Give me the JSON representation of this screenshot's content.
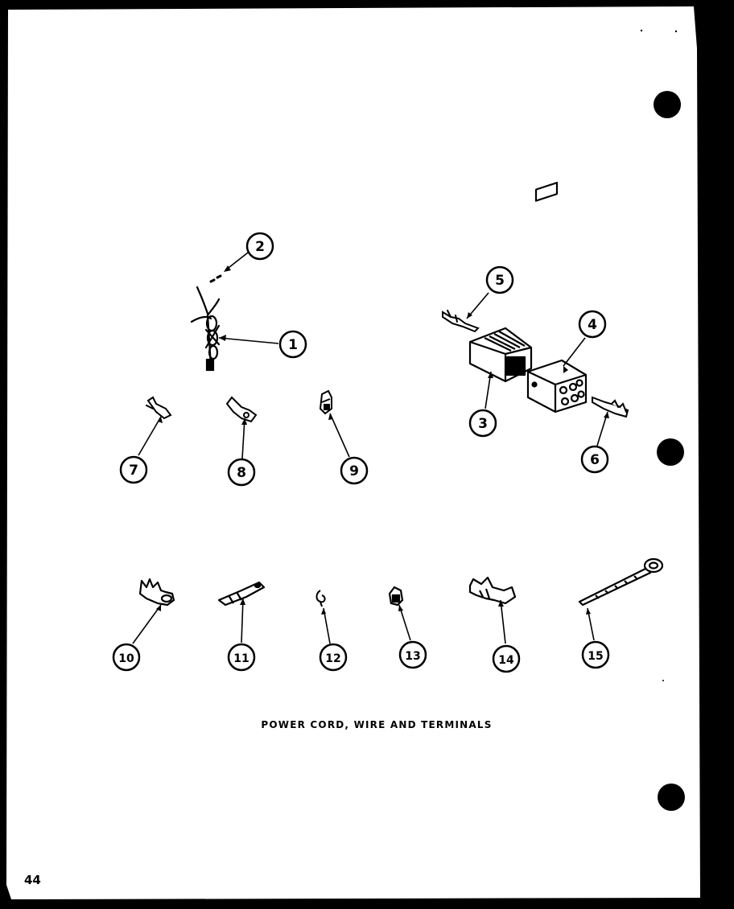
{
  "caption": "POWER CORD, WIRE AND TERMINALS",
  "page_number": "44",
  "callouts": [
    "1",
    "2",
    "3",
    "4",
    "5",
    "6",
    "7",
    "8",
    "9",
    "10",
    "11",
    "12",
    "13",
    "14",
    "15"
  ]
}
